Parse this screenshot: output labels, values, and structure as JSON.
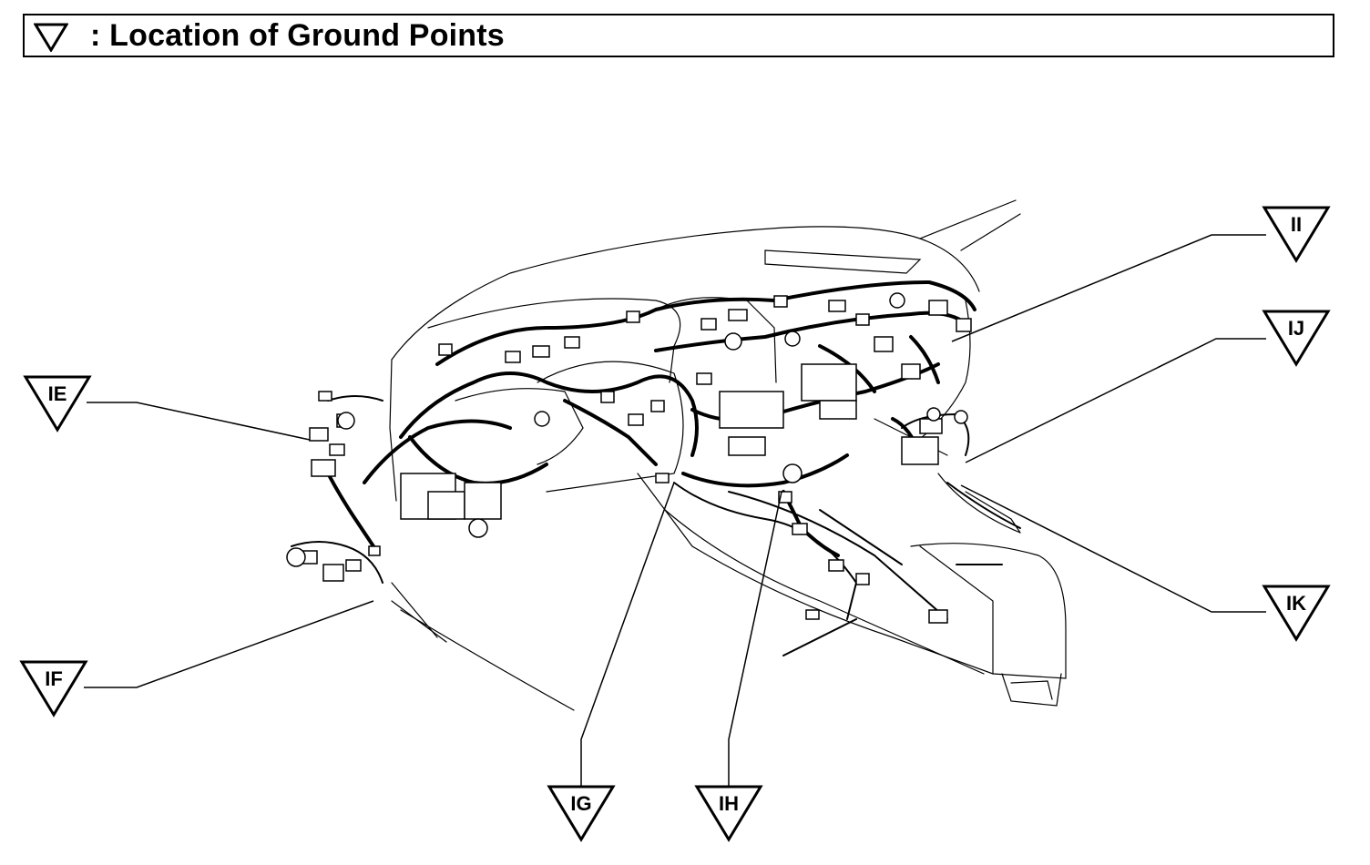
{
  "header": {
    "title": ": Location of Ground Points",
    "icon": "ground-point-triangle-icon"
  },
  "ground_points": [
    {
      "id": "IE",
      "label": "IE"
    },
    {
      "id": "IF",
      "label": "IF"
    },
    {
      "id": "IG",
      "label": "IG"
    },
    {
      "id": "IH",
      "label": "IH"
    },
    {
      "id": "II",
      "label": "II"
    },
    {
      "id": "IJ",
      "label": "IJ"
    },
    {
      "id": "IK",
      "label": "IK"
    }
  ],
  "colors": {
    "line": "#000000",
    "background": "#ffffff"
  }
}
